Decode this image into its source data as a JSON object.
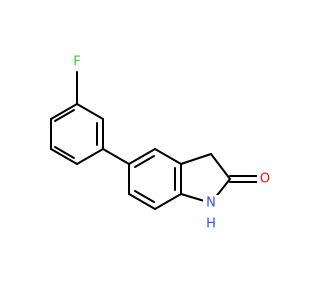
{
  "molecule": {
    "atoms": [
      {
        "id": "F",
        "label": "F",
        "color": "#33cc33"
      },
      {
        "id": "O",
        "label": "O",
        "color": "#ff0d0d"
      },
      {
        "id": "N",
        "label": "N",
        "color": "#3050f8"
      },
      {
        "id": "H",
        "label": "H",
        "color": "#3050f8"
      }
    ]
  }
}
